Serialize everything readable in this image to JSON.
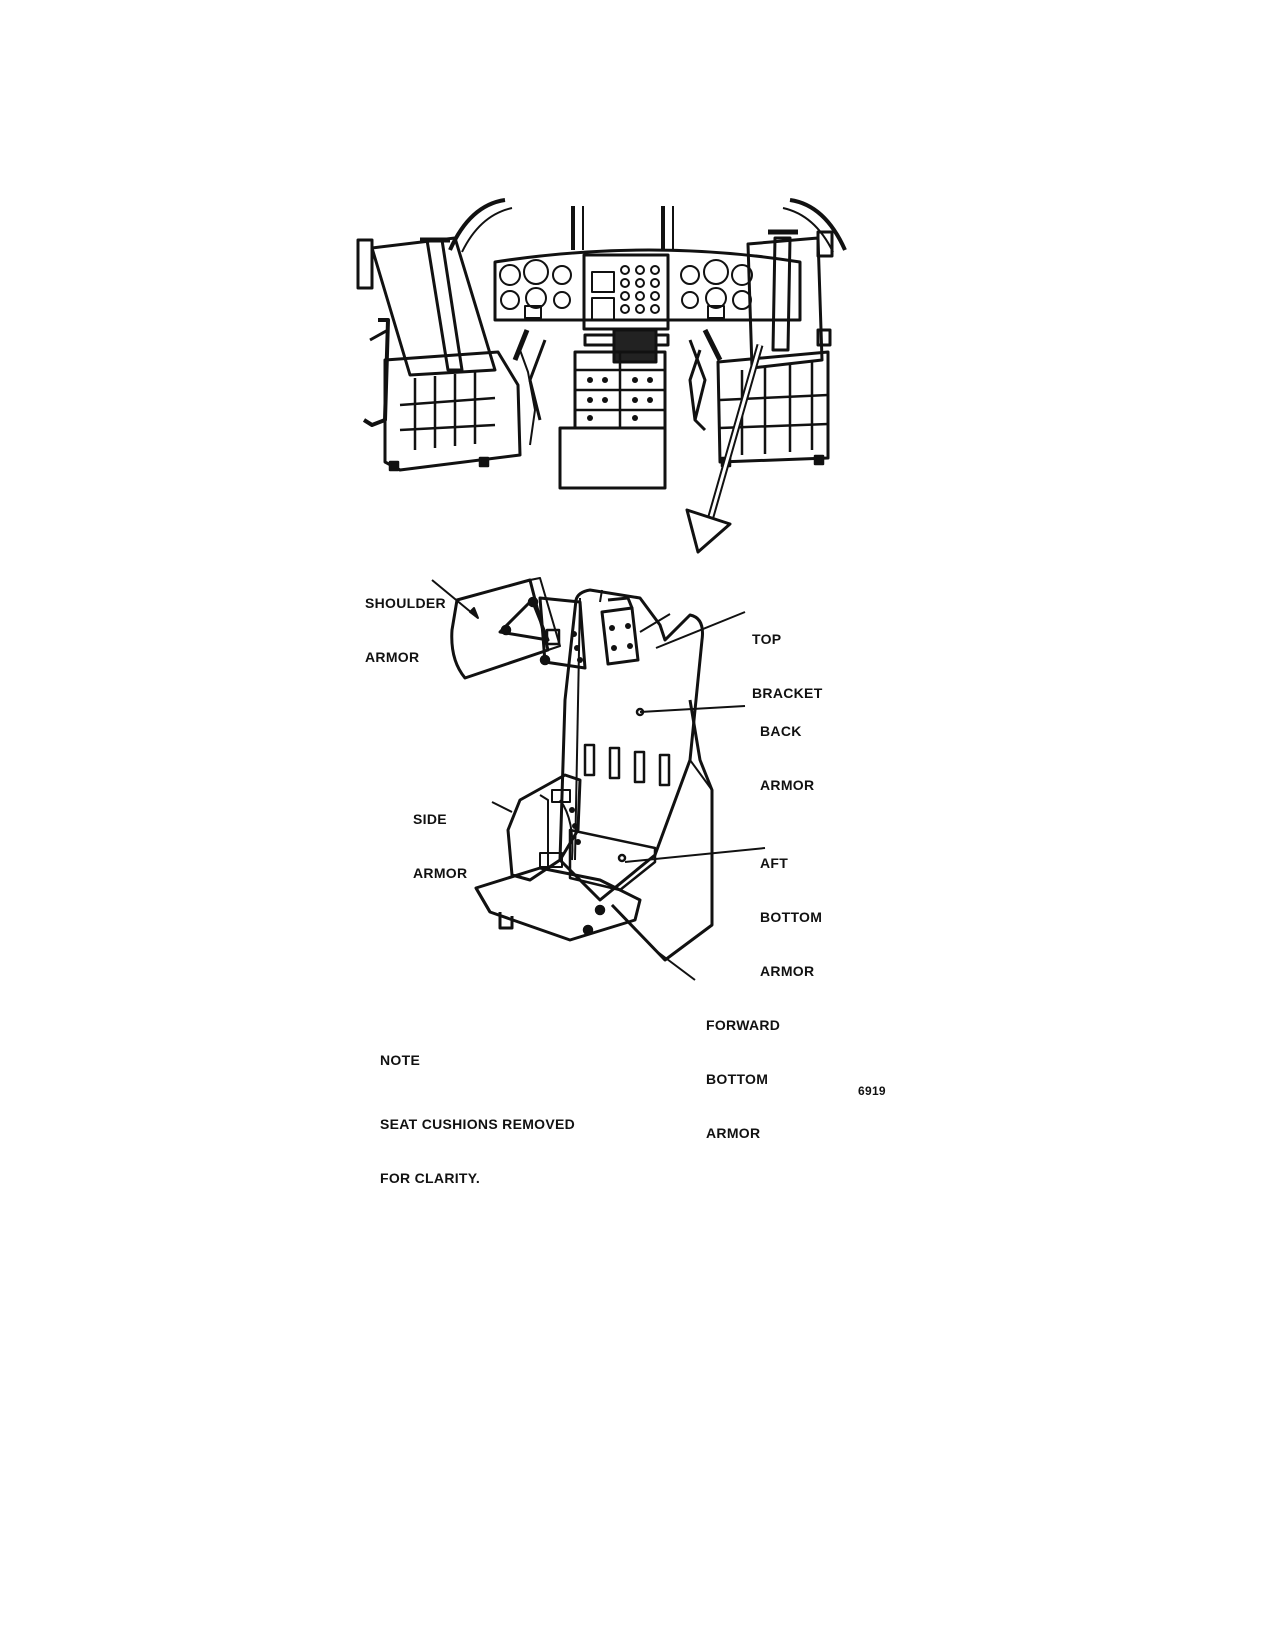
{
  "figure": {
    "subject": "Crew seat armor installation (cockpit view and exploded seat armor)",
    "labels": {
      "shoulder_armor": [
        "SHOULDER",
        "ARMOR"
      ],
      "top_bracket": [
        "TOP",
        "BRACKET"
      ],
      "back_armor": [
        "BACK",
        "ARMOR"
      ],
      "side_armor": [
        "SIDE",
        "ARMOR"
      ],
      "aft_bottom_armor": [
        "AFT",
        "BOTTOM",
        "ARMOR"
      ],
      "forward_bottom_armor": [
        "FORWARD",
        "BOTTOM",
        "ARMOR"
      ]
    },
    "note": {
      "heading": "NOTE",
      "lines": [
        "SEAT CUSHIONS REMOVED",
        "FOR CLARITY."
      ]
    },
    "figure_number": "6919"
  },
  "colors": {
    "ink": "#111111",
    "paper": "#ffffff"
  }
}
